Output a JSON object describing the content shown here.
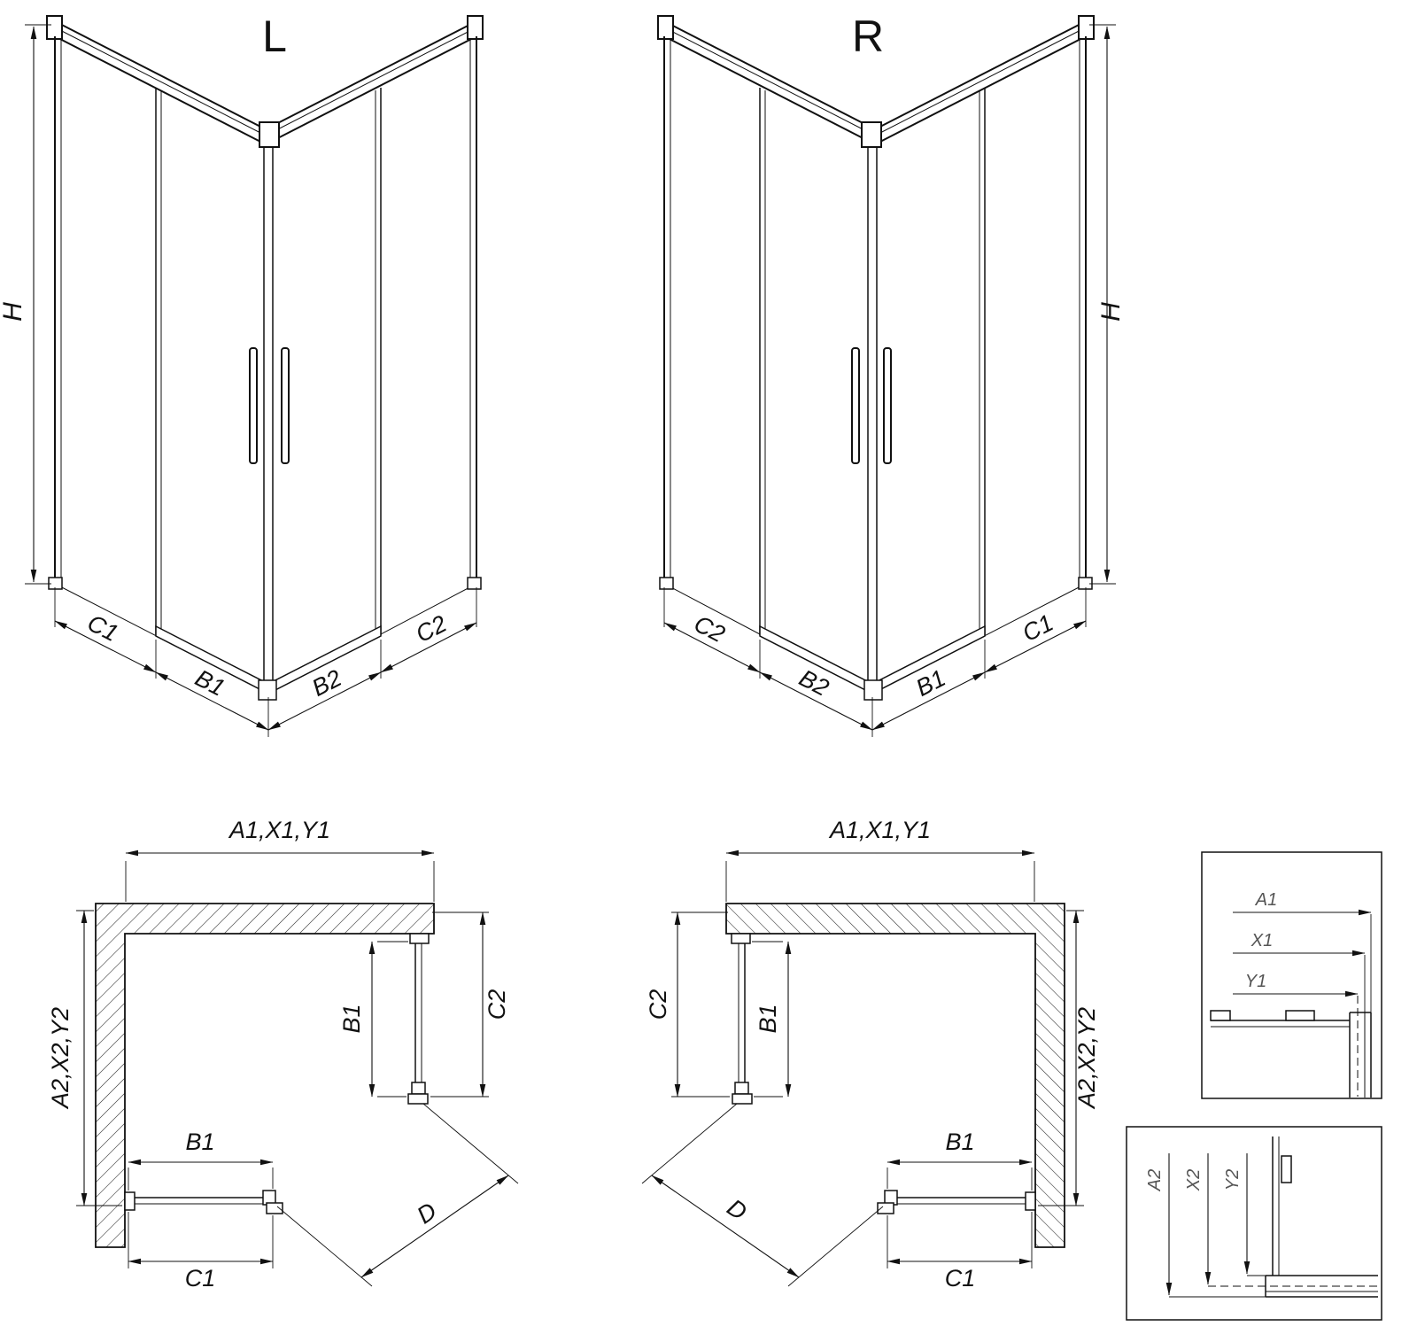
{
  "drawing": {
    "background": "#ffffff",
    "line_color": "#111111",
    "detail_label_color": "#555555"
  },
  "figures": {
    "iso_left": {
      "title": "L",
      "dim_h": "H",
      "dim_c1": "C1",
      "dim_b1": "B1",
      "dim_b2": "B2",
      "dim_c2": "C2"
    },
    "iso_right": {
      "title": "R",
      "dim_h": "H",
      "dim_c2": "C2",
      "dim_b2": "B2",
      "dim_b1": "B1",
      "dim_c1": "C1"
    },
    "plan_left": {
      "dim_width": "A1,X1,Y1",
      "dim_depth": "A2,X2,Y2",
      "dim_side_door": "B1",
      "dim_side_fixed": "C2",
      "dim_front_door": "B1",
      "dim_front_fixed": "C1",
      "dim_diagonal": "D"
    },
    "plan_right": {
      "dim_width": "A1,X1,Y1",
      "dim_depth": "A2,X2,Y2",
      "dim_side_door": "B1",
      "dim_side_fixed": "C2",
      "dim_front_door": "B1",
      "dim_front_fixed": "C1",
      "dim_diagonal": "D"
    },
    "detail_horizontal": {
      "dim_a1": "A1",
      "dim_x1": "X1",
      "dim_y1": "Y1"
    },
    "detail_vertical": {
      "dim_a2": "A2",
      "dim_x2": "X2",
      "dim_y2": "Y2"
    }
  }
}
